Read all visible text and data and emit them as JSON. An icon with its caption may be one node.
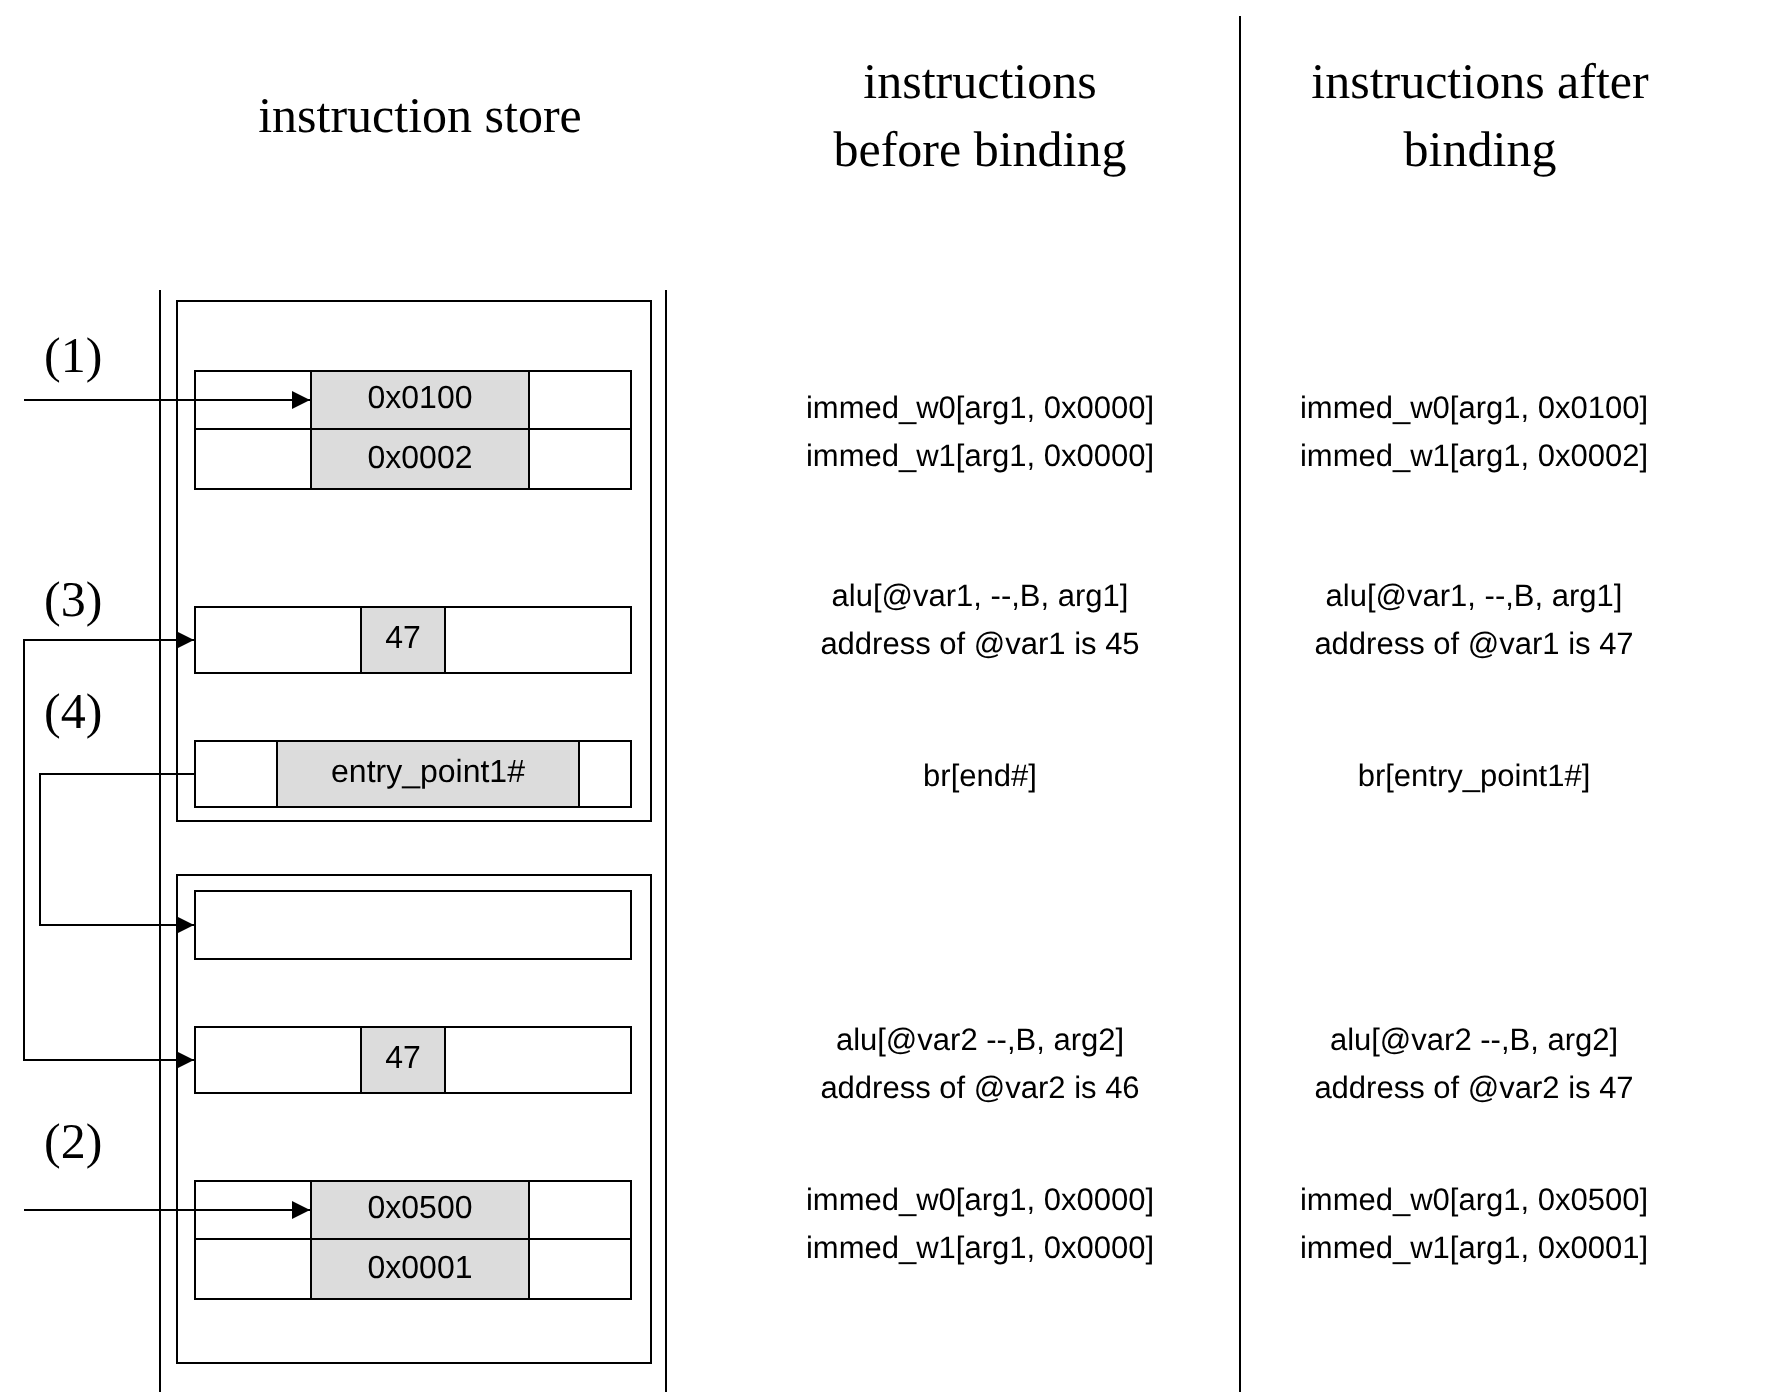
{
  "diagram": {
    "nodes": [
      {
        "text": [],
        "shape": "box"
      },
      {
        "text": [],
        "shape": "box",
        "in": 0
      },
      {
        "text": [
          "0x0100"
        ],
        "in": 1
      },
      {
        "text": [],
        "shape": "box",
        "in": 0
      },
      {
        "text": [
          "0x0002"
        ],
        "in": 3
      },
      {
        "text": [],
        "shape": "box",
        "in": 0
      },
      {
        "text": [
          "47"
        ],
        "in": 5
      },
      {
        "text": [],
        "shape": "box",
        "in": 0
      },
      {
        "text": [
          "entry_point1#"
        ],
        "in": 7
      },
      {
        "text": [],
        "shape": "box"
      },
      {
        "text": [],
        "shape": "box",
        "in": 9
      },
      {
        "text": [],
        "shape": "box",
        "in": 9
      },
      {
        "text": [
          "47"
        ],
        "in": 11
      },
      {
        "text": [],
        "shape": "box",
        "in": 9
      },
      {
        "text": [
          "0x0500"
        ],
        "in": 13
      },
      {
        "text": [],
        "shape": "box",
        "in": 9
      },
      {
        "text": [
          "0x0001"
        ],
        "in": 15
      }
    ],
    "edges": [
      {
        "from": null,
        "to": 2,
        "arrow": "to"
      },
      {
        "from": 5,
        "to": 11,
        "arrow": "both"
      },
      {
        "from": 7,
        "to": 10,
        "arrow": "to"
      },
      {
        "from": null,
        "to": 14,
        "arrow": "to"
      }
    ],
    "labels": [
      "instruction store",
      "instructions before binding",
      "instructions after binding",
      "(1)",
      "immed_w0[arg1, 0x0000]",
      "immed_w0[arg1, 0x0100]",
      "immed_w1[arg1, 0x0000]",
      "immed_w1[arg1, 0x0002]",
      "(3)",
      "alu[@var1, --,B, arg1]",
      "alu[@var1, --,B, arg1]",
      "address of @var1 is 45",
      "address of @var1 is 47",
      "(4)",
      "br[end#]",
      "br[entry_point1#]",
      "alu[@var2 --,B, arg2]",
      "alu[@var2 --,B, arg2]",
      "address of @var2 is 46",
      "address of @var2 is 47",
      "(2)",
      "immed_w0[arg1, 0x0000]",
      "immed_w0[arg1, 0x0500]",
      "immed_w1[arg1, 0x0000]",
      "immed_w1[arg1, 0x0001]"
    ]
  }
}
